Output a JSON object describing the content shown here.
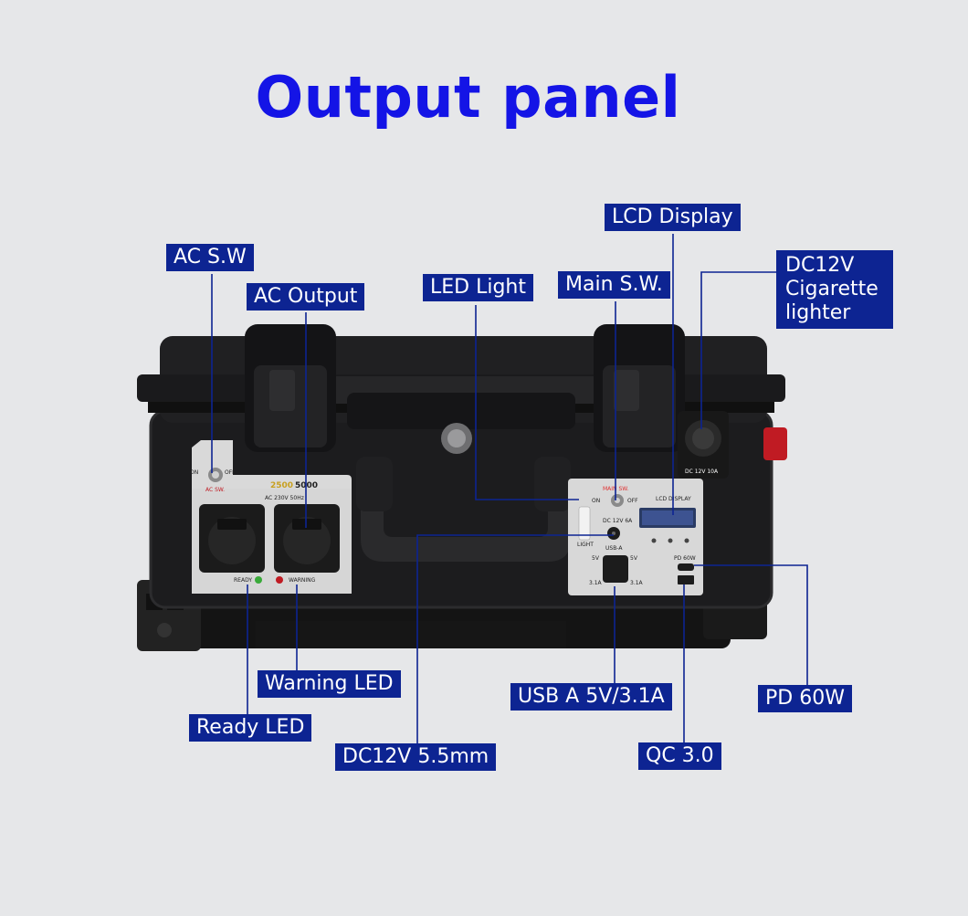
{
  "title": "Output panel",
  "labels": {
    "ac_sw": "AC S.W",
    "ac_output": "AC Output",
    "led_light": "LED Light",
    "main_sw": "Main S.W.",
    "lcd_display": "LCD Display",
    "dc12v_cig": "DC12V Cigarette lighter",
    "warning_led": "Warning LED",
    "ready_led": "Ready LED",
    "dc12v_55": "DC12V 5.5mm",
    "usb_a": "USB A 5V/3.1A",
    "qc30": "QC 3.0",
    "pd60w": "PD 60W"
  },
  "panel_text": {
    "ac_on": "ON",
    "ac_off": "OFF",
    "ac_sw_mark": "AC SW.",
    "power_a": "2500",
    "power_b": "5000",
    "ac_rating": "AC 230V 50Hz",
    "ready": "READY",
    "warning": "WARNING",
    "main_sw_mark": "MAIN SW.",
    "main_on": "ON",
    "main_off": "OFF",
    "lcd_mark": "LCD DISPLAY",
    "dc_6a": "DC 12V 6A",
    "light": "LIGHT",
    "usb_a_mark": "USB-A",
    "five_v_l": "5V",
    "five_v_r": "5V",
    "amp_l": "3.1A",
    "amp_r": "3.1A",
    "pd_mark": "PD 60W",
    "cig_mark": "DC 12V 10A"
  },
  "colors": {
    "title": "#1414e6",
    "label_bg": "#0d2492",
    "line": "#0d2492",
    "case": "#1c1c1e"
  }
}
